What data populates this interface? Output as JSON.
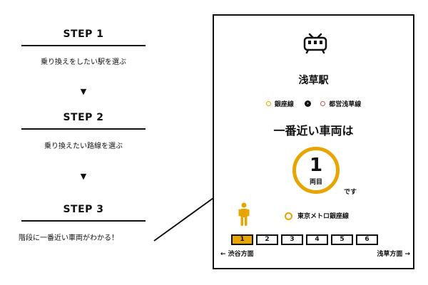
{
  "steps": [
    {
      "title": "STEP 1",
      "description": "乗り換えをしたい駅を選ぶ"
    },
    {
      "title": "STEP 2",
      "description": "乗り換えたい路線を選ぶ"
    },
    {
      "title": "STEP 3",
      "description": "階段に一番近い車両がわかる！"
    }
  ],
  "arrow_glyph": "▼",
  "app": {
    "icon": "train-icon",
    "station": "浅草駅",
    "lines": {
      "from": {
        "name": "銀座線",
        "color": "#e8a400"
      },
      "transfer_glyph": "›",
      "to": {
        "name": "都営浅草線",
        "color": "#d85050"
      }
    },
    "headline": "一番近い車両は",
    "result": {
      "car_number": "1",
      "unit": "両目",
      "suffix": "です"
    },
    "train_line": {
      "name": "東京メトロ銀座線",
      "color": "#e8a400"
    },
    "cars": [
      {
        "label": "1",
        "active": true
      },
      {
        "label": "2",
        "active": false
      },
      {
        "label": "3",
        "active": false
      },
      {
        "label": "4",
        "active": false
      },
      {
        "label": "5",
        "active": false
      },
      {
        "label": "6",
        "active": false
      }
    ],
    "direction_left": "← 渋谷方面",
    "direction_right": "浅草方面 →"
  },
  "colors": {
    "accent": "#e8a400",
    "text": "#111111"
  }
}
